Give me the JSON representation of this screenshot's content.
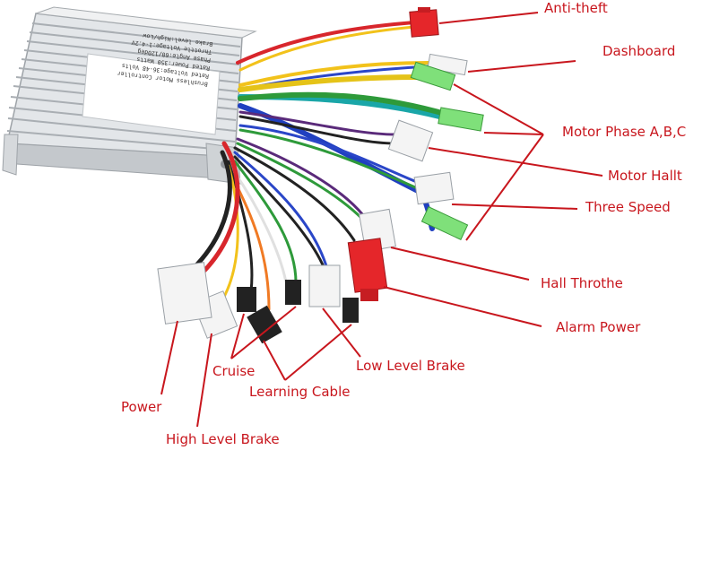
{
  "controller": {
    "plate_lines": [
      "Brushless Motor Controller",
      "Rated Voltage:36-48 Volts",
      "Rated Power:350 Watts",
      "Phase Angle:60/120deg",
      "Throttle Voltage:1-4.2V",
      "Brake level:High/Low"
    ]
  },
  "labels": {
    "anti_theft": "Anti-theft",
    "dashboard": "Dashboard",
    "motor_phase": "Motor Phase A,B,C",
    "motor_hall": "Motor Hallt",
    "three_speed": "Three Speed",
    "hall_throttle": "Hall Throthe",
    "alarm_power": "Alarm Power",
    "low_level_brake": "Low Level Brake",
    "cruise": "Cruise",
    "learning_cable": "Learning Cable",
    "power": "Power",
    "high_level_brake": "High Level Brake"
  },
  "colors": {
    "label_text": "#c8161d",
    "leader_line": "#c8161d",
    "housing": "#d9dcdf",
    "connector_white": "#f4f4f4",
    "connector_green": "#7fe07a",
    "connector_red": "#e5262a"
  }
}
